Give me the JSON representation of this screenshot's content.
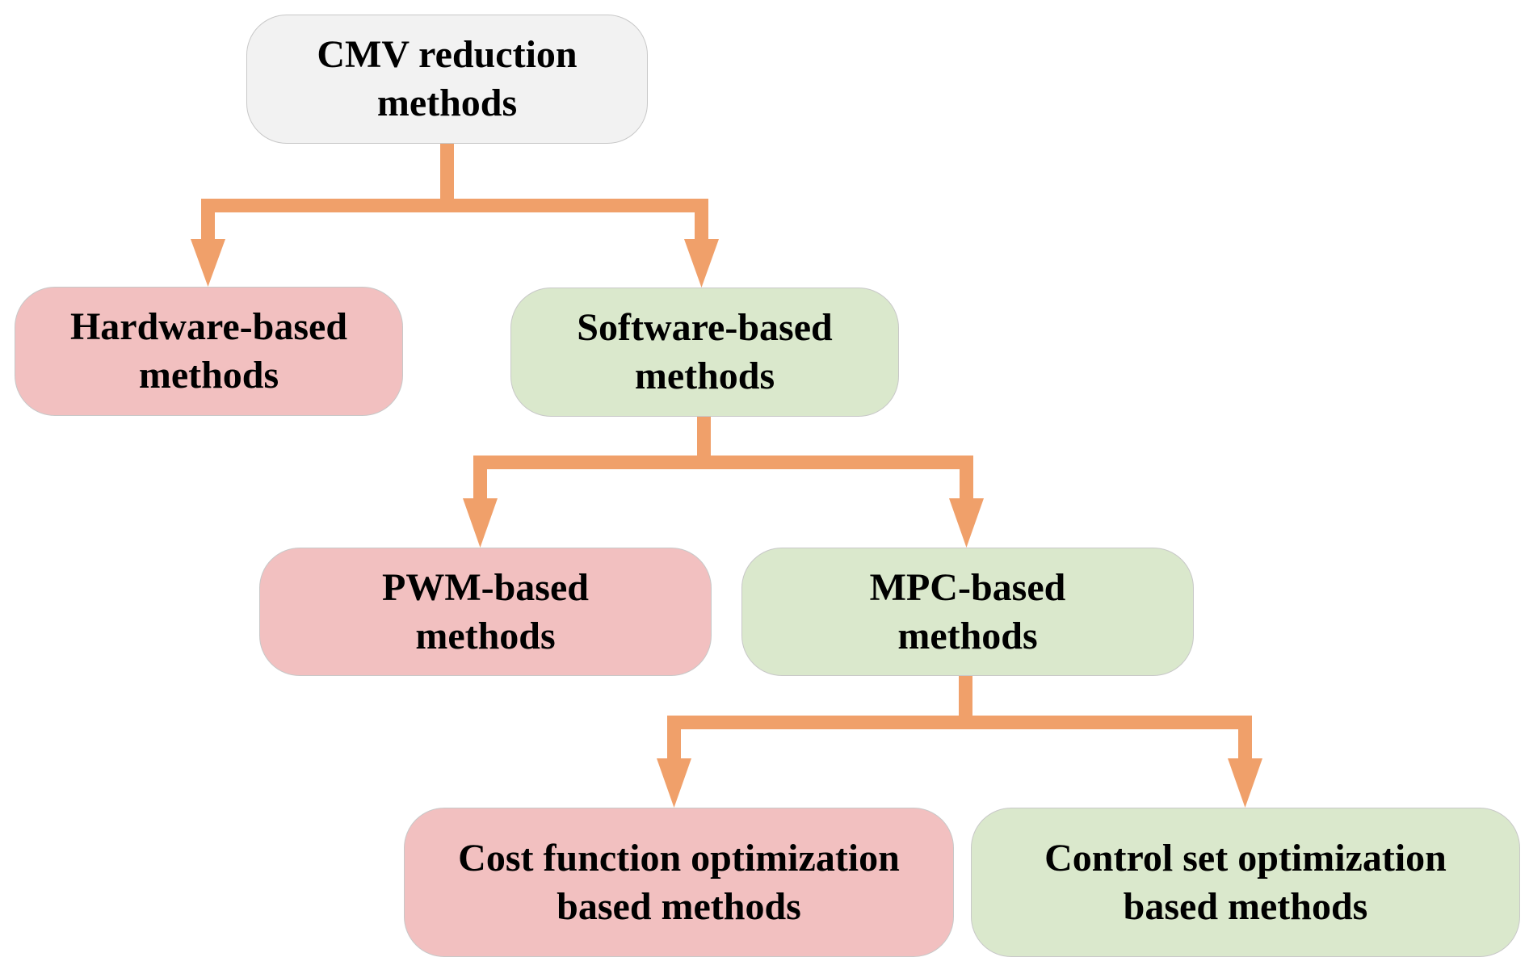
{
  "diagram": {
    "edge_color": "#f0a06a",
    "nodes": {
      "root": {
        "line1": "CMV reduction",
        "line2": "methods",
        "fill": "#f2f2f2"
      },
      "hardware": {
        "line1": "Hardware-based",
        "line2": "methods",
        "fill": "#f2c0c0"
      },
      "software": {
        "line1": "Software-based",
        "line2": "methods",
        "fill": "#dae8cc"
      },
      "pwm": {
        "line1": "PWM-based",
        "line2": "methods",
        "fill": "#f2c0c0"
      },
      "mpc": {
        "line1": "MPC-based",
        "line2": "methods",
        "fill": "#dae8cc"
      },
      "cost": {
        "line1": "Cost function optimization",
        "line2": "based methods",
        "fill": "#f2c0c0"
      },
      "control": {
        "line1": "Control set optimization",
        "line2": "based methods",
        "fill": "#dae8cc"
      }
    },
    "edges": [
      {
        "from": "CMV reduction methods",
        "to": "Hardware-based methods"
      },
      {
        "from": "CMV reduction methods",
        "to": "Software-based methods"
      },
      {
        "from": "Software-based methods",
        "to": "PWM-based methods"
      },
      {
        "from": "Software-based methods",
        "to": "MPC-based methods"
      },
      {
        "from": "MPC-based methods",
        "to": "Cost function optimization based methods"
      },
      {
        "from": "MPC-based methods",
        "to": "Control set optimization based methods"
      }
    ]
  }
}
